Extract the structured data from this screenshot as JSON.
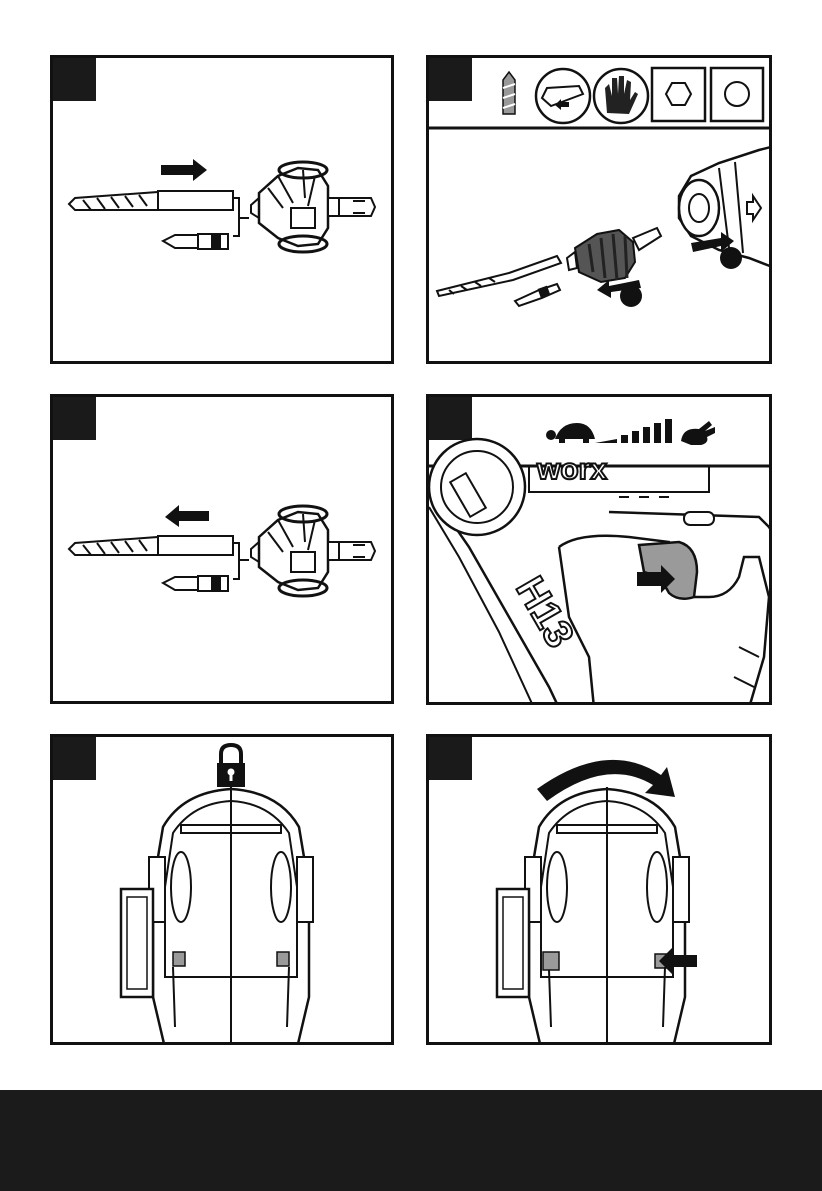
{
  "panels": [
    {
      "id": "p1",
      "step_label": ""
    },
    {
      "id": "p2",
      "step_label": ""
    },
    {
      "id": "p3",
      "step_label": ""
    },
    {
      "id": "p4",
      "step_label": ""
    },
    {
      "id": "p5",
      "step_label": ""
    },
    {
      "id": "p6",
      "step_label": ""
    }
  ],
  "icons": {
    "p2_header": [
      "drill-bit-icon",
      "chuck-release-icon",
      "gloves-icon",
      "hexagon-shank-icon",
      "round-shank-icon"
    ],
    "p4_header": [
      "turtle-slow-icon",
      "speed-scale-icon",
      "rabbit-fast-icon"
    ],
    "p5_header": [
      "padlock-icon"
    ],
    "p6_header": [
      "rotate-arrow-icon"
    ]
  },
  "product_markings": {
    "p4_body_text": "H13",
    "p4_top_text": "worx"
  },
  "colors": {
    "line": "#111111",
    "grey_part": "#9a9a9a",
    "dark_grey": "#555555",
    "footer": "#1b1b1b"
  }
}
